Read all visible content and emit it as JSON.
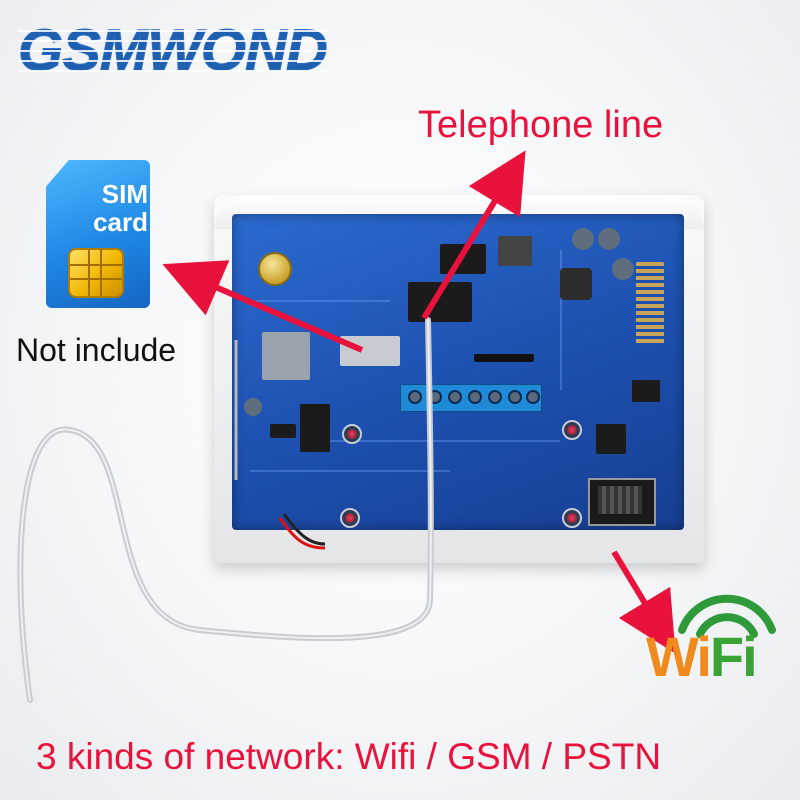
{
  "brand": {
    "logo_text": "GSMWOND"
  },
  "labels": {
    "telephone_line": "Telephone line",
    "not_include": "Not include",
    "networks": "3 kinds of network:  Wifi / GSM / PSTN"
  },
  "sim_card": {
    "line1": "SIM",
    "line2": "card"
  },
  "wifi_logo": {
    "part1": "Wi",
    "part2": "Fi"
  },
  "colors": {
    "accent_red": "#e8123c",
    "brand_blue": "#1f5fb0",
    "pcb_blue": "#1d4fae"
  }
}
